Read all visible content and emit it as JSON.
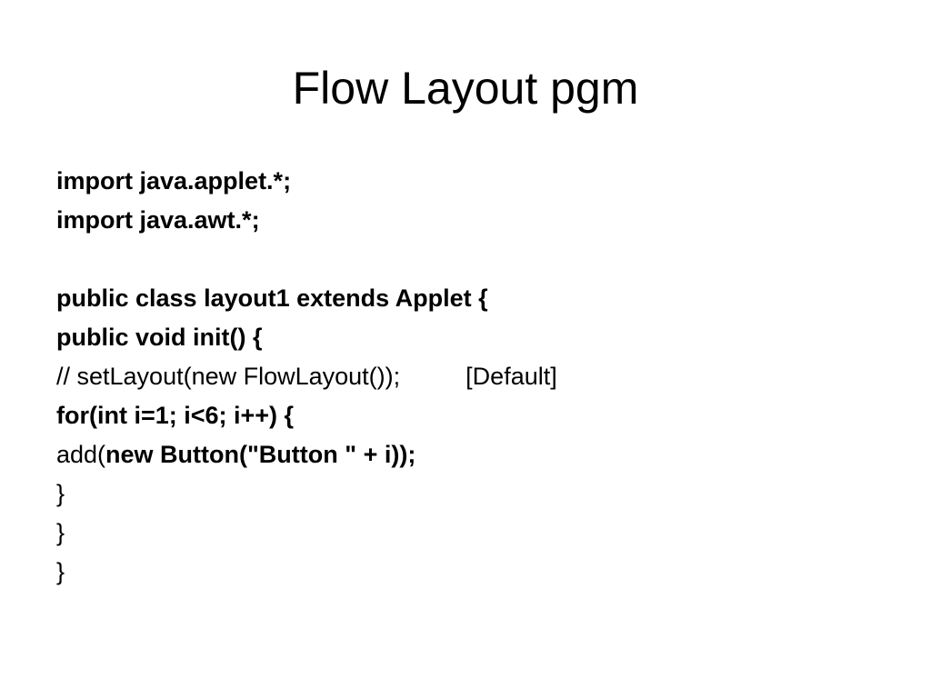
{
  "slide": {
    "title": "Flow Layout pgm",
    "code": {
      "line1": "import java.applet.*;",
      "line2": "import java.awt.*;",
      "line3": "public class layout1 extends Applet {",
      "line4": "public void init() {",
      "line5_comment": "// setLayout(new FlowLayout());",
      "line5_note": "[Default]",
      "line6": "for(int i=1; i<6; i++) {",
      "line7_plain": "add(",
      "line7_bold": "new Button(\"Button \" + i));",
      "line8": "}",
      "line9": "}",
      "line10": "}"
    }
  }
}
